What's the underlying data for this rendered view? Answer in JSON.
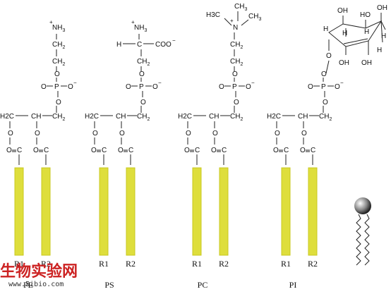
{
  "colors": {
    "tail": "#dede3c",
    "tail_stroke": "#c8c820",
    "bond": "#222222",
    "watermark": "#cc2222"
  },
  "labels": {
    "pe": "PE",
    "ps": "PS",
    "pc": "PC",
    "pi": "PI",
    "r1": "R1",
    "r2": "R2"
  },
  "groups": {
    "nh3": "NH3",
    "nh3_charge": "+",
    "ch2": "CH2",
    "h2c": "H2C",
    "ch": "CH",
    "o": "O",
    "p": "P",
    "o_minus": "O",
    "c": "C",
    "h": "H",
    "coo": "COO",
    "n": "N",
    "n_charge": "+",
    "ch3": "CH3",
    "h3c": "H3C",
    "oh": "OH",
    "ho": "HO",
    "minus": "−"
  },
  "watermark": {
    "chinese": "生物实验网",
    "url": "www.5ibio.com"
  },
  "icons": {
    "lipid_symbol": "lipid-molecule-icon"
  }
}
